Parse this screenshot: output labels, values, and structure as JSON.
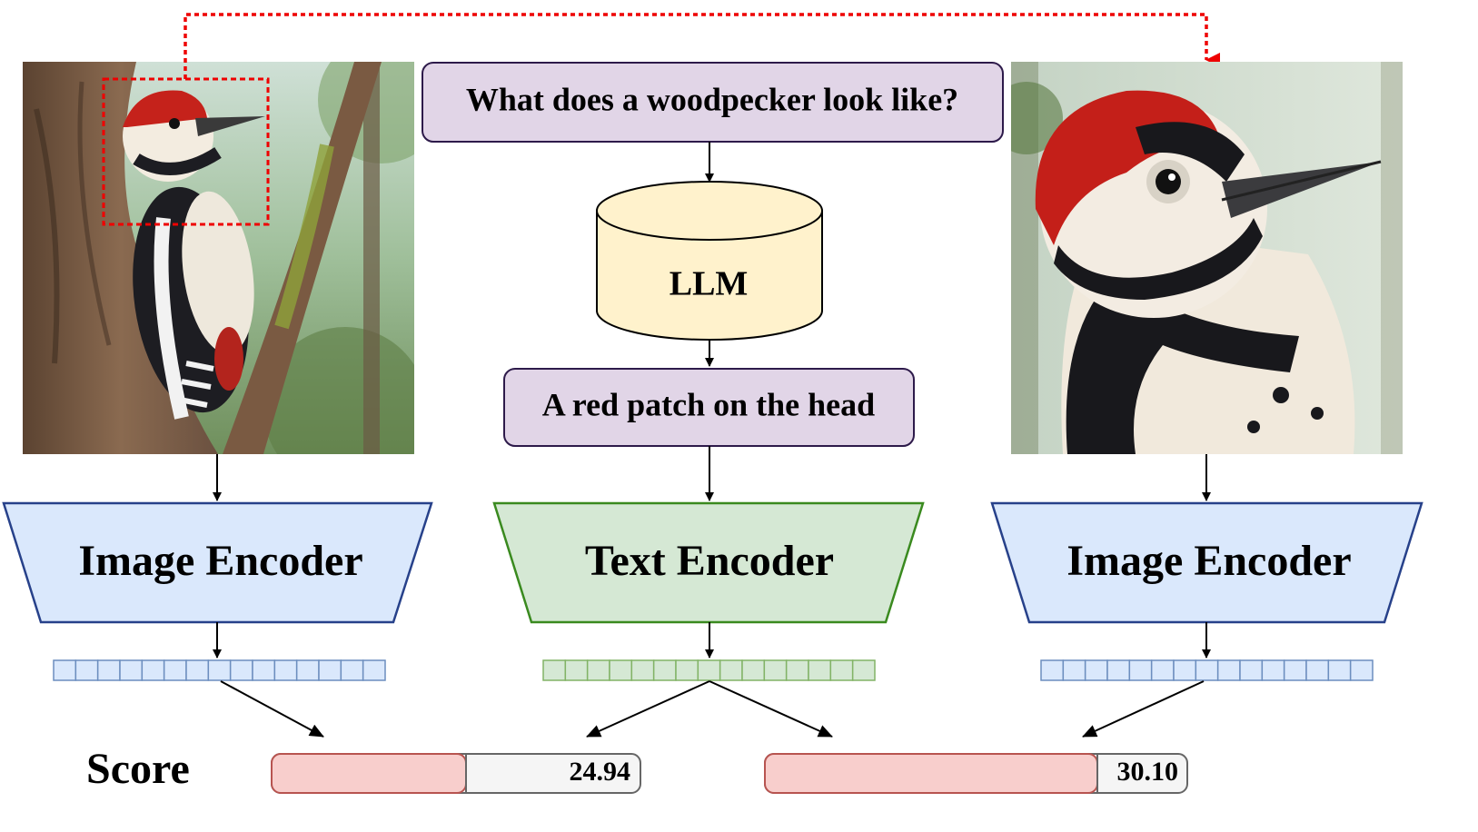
{
  "question_text": "What does a woodpecker look like?",
  "llm_label": "LLM",
  "answer_text": "A red patch on the head",
  "encoders": {
    "left_image": "Image Encoder",
    "text": "Text Encoder",
    "right_image": "Image Encoder"
  },
  "images": {
    "left": "woodpecker-full-image",
    "right": "woodpecker-head-crop"
  },
  "score": {
    "label": "Score",
    "left": {
      "value": 24.94,
      "text": "24.94"
    },
    "right": {
      "value": 30.1,
      "text": "30.10"
    }
  },
  "colors": {
    "question_fill": "#e1d5e7",
    "question_stroke": "#2d1a4a",
    "llm_fill": "#fff2cc",
    "image_encoder_fill": "#dae8fc",
    "image_encoder_stroke": "#27418a",
    "text_encoder_fill": "#d5e8d4",
    "text_encoder_stroke": "#3a8a1f",
    "crop_arrow": "#ee0000",
    "score_fill": "#f8cecc",
    "score_track": "#f5f5f5"
  }
}
